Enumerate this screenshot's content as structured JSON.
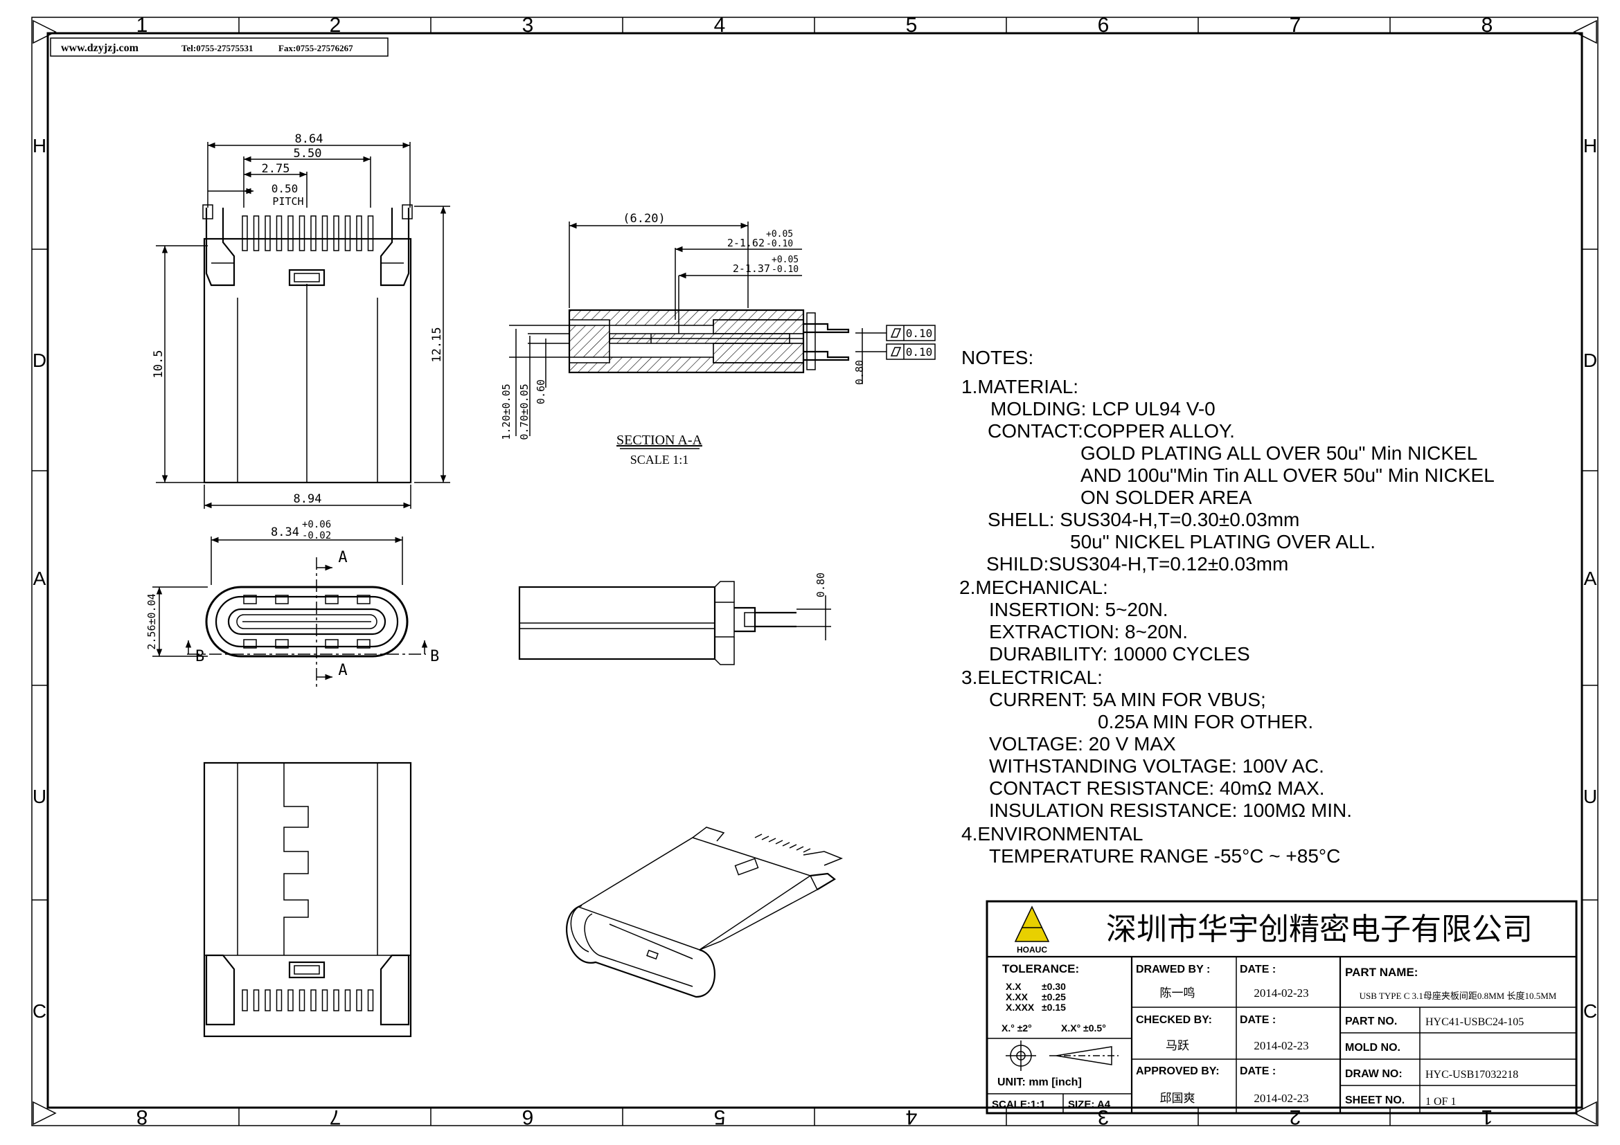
{
  "header": {
    "website": "www.dzyjzj.com",
    "phone": "Tel:0755-27575531",
    "fax": "Fax:0755-27576267"
  },
  "frame": {
    "top_numbers": [
      "1",
      "2",
      "3",
      "4",
      "5",
      "6",
      "7",
      "8"
    ],
    "bottom_numbers": [
      "8",
      "7",
      "6",
      "5",
      "4",
      "3",
      "2",
      "1"
    ],
    "side_letters": [
      "H",
      "D",
      "A",
      "U",
      "C"
    ]
  },
  "dims": {
    "top_view": {
      "w_864": "8.64",
      "w_550": "5.50",
      "w_275": "2.75",
      "pitch_val": "0.50",
      "pitch_label": "PITCH",
      "h_105": "10.5",
      "h_1215": "12.15",
      "w_894": "8.94"
    },
    "front_view": {
      "w_834": "8.34",
      "tol_plus": "+0.06",
      "tol_minus": "-0.02",
      "h_256": "2.56±0.04",
      "label_A": "A",
      "label_B": "B"
    },
    "section": {
      "len_620": "(6.20)",
      "d1_main": "2-1.62",
      "d1_plus": "+0.05",
      "d1_minus": "-0.10",
      "d2_main": "2-1.37",
      "d2_plus": "+0.05",
      "d2_minus": "-0.10",
      "h_120": "1.20±0.05",
      "h_070": "0.70±0.05",
      "h_060": "0.60",
      "h_080": "0.80",
      "flat1": "0.10",
      "flat2": "0.10",
      "title": "SECTION A-A",
      "scale": "SCALE 1:1"
    },
    "side_view": {
      "h_080": "0.80"
    }
  },
  "notes": {
    "heading": "NOTES:",
    "lines": [
      "1.MATERIAL:",
      "MOLDING: LCP UL94 V-0",
      "CONTACT:COPPER ALLOY.",
      "GOLD PLATING ALL OVER 50u\" Min NICKEL",
      "AND 100u\"Min Tin ALL OVER 50u\" Min NICKEL",
      "ON SOLDER AREA",
      "SHELL: SUS304-H,T=0.30±0.03mm",
      "50u\" NICKEL PLATING OVER ALL.",
      "SHILD:SUS304-H,T=0.12±0.03mm",
      "2.MECHANICAL:",
      "INSERTION: 5~20N.",
      "EXTRACTION: 8~20N.",
      "DURABILITY: 10000 CYCLES",
      "3.ELECTRICAL:",
      "CURRENT: 5A MIN FOR VBUS;",
      "0.25A MIN FOR OTHER.",
      "VOLTAGE: 20 V MAX",
      "WITHSTANDING VOLTAGE: 100V AC.",
      "CONTACT RESISTANCE: 40mΩ MAX.",
      "INSULATION RESISTANCE: 100MΩ MIN.",
      "4.ENVIRONMENTAL",
      "TEMPERATURE RANGE -55°C ~ +85°C"
    ]
  },
  "title_block": {
    "company": "深圳市华宇创精密电子有限公司",
    "logo_text": "HOAUC",
    "tolerance_label": "TOLERANCE:",
    "tol_rows": [
      {
        "k": "X.X",
        "v": "±0.30"
      },
      {
        "k": "X.XX",
        "v": "±0.25"
      },
      {
        "k": "X.XXX",
        "v": "±0.15"
      }
    ],
    "angle_tol_1": "X.° ±2°",
    "angle_tol_2": "X.X° ±0.5°",
    "unit": "UNIT: mm [inch]",
    "scale": "SCALE:1:1",
    "size": "SIZE: A4",
    "drawn_by_label": "DRAWED BY :",
    "drawn_by": "陈一鸣",
    "checked_by_label": "CHECKED BY:",
    "checked_by": "马跃",
    "approved_by_label": "APPROVED BY:",
    "approved_by": "邱国爽",
    "date_label": "DATE :",
    "date1": "2014-02-23",
    "date2": "2014-02-23",
    "date3": "2014-02-23",
    "part_name_label": "PART NAME:",
    "part_name": "USB TYPE C 3.1母座夹板间距0.8MM 长度10.5MM",
    "part_no_label": "PART NO.",
    "part_no": "HYC41-USBC24-105",
    "mold_no_label": "MOLD NO.",
    "mold_no": "",
    "draw_no_label": "DRAW NO:",
    "draw_no": "HYC-USB17032218",
    "sheet_no_label": "SHEET NO.",
    "sheet_no": "1 OF 1"
  }
}
